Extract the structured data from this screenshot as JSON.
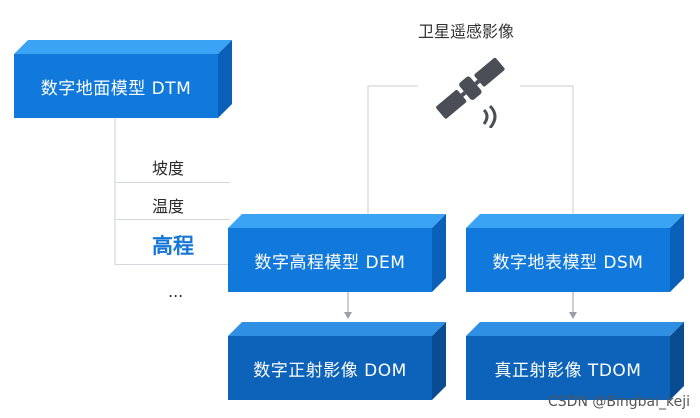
{
  "satellite": {
    "title": "卫星遥感影像",
    "icon": "satellite-icon"
  },
  "dtm": {
    "label": "数字地面模型 DTM",
    "items": [
      "坡度",
      "温度",
      "高程",
      "..."
    ],
    "highlight_item": "高程"
  },
  "dem": {
    "label": "数字高程模型 DEM"
  },
  "dsm": {
    "label": "数字地表模型 DSM"
  },
  "dom": {
    "label": "数字正射影像 DOM"
  },
  "tdom": {
    "label": "真正射影像 TDOM"
  },
  "watermark": "CSDN @Bingbai_keji",
  "colors": {
    "box_light": "#1279dc",
    "box_dark": "#0d63ba",
    "highlight_text": "#1477d6"
  }
}
